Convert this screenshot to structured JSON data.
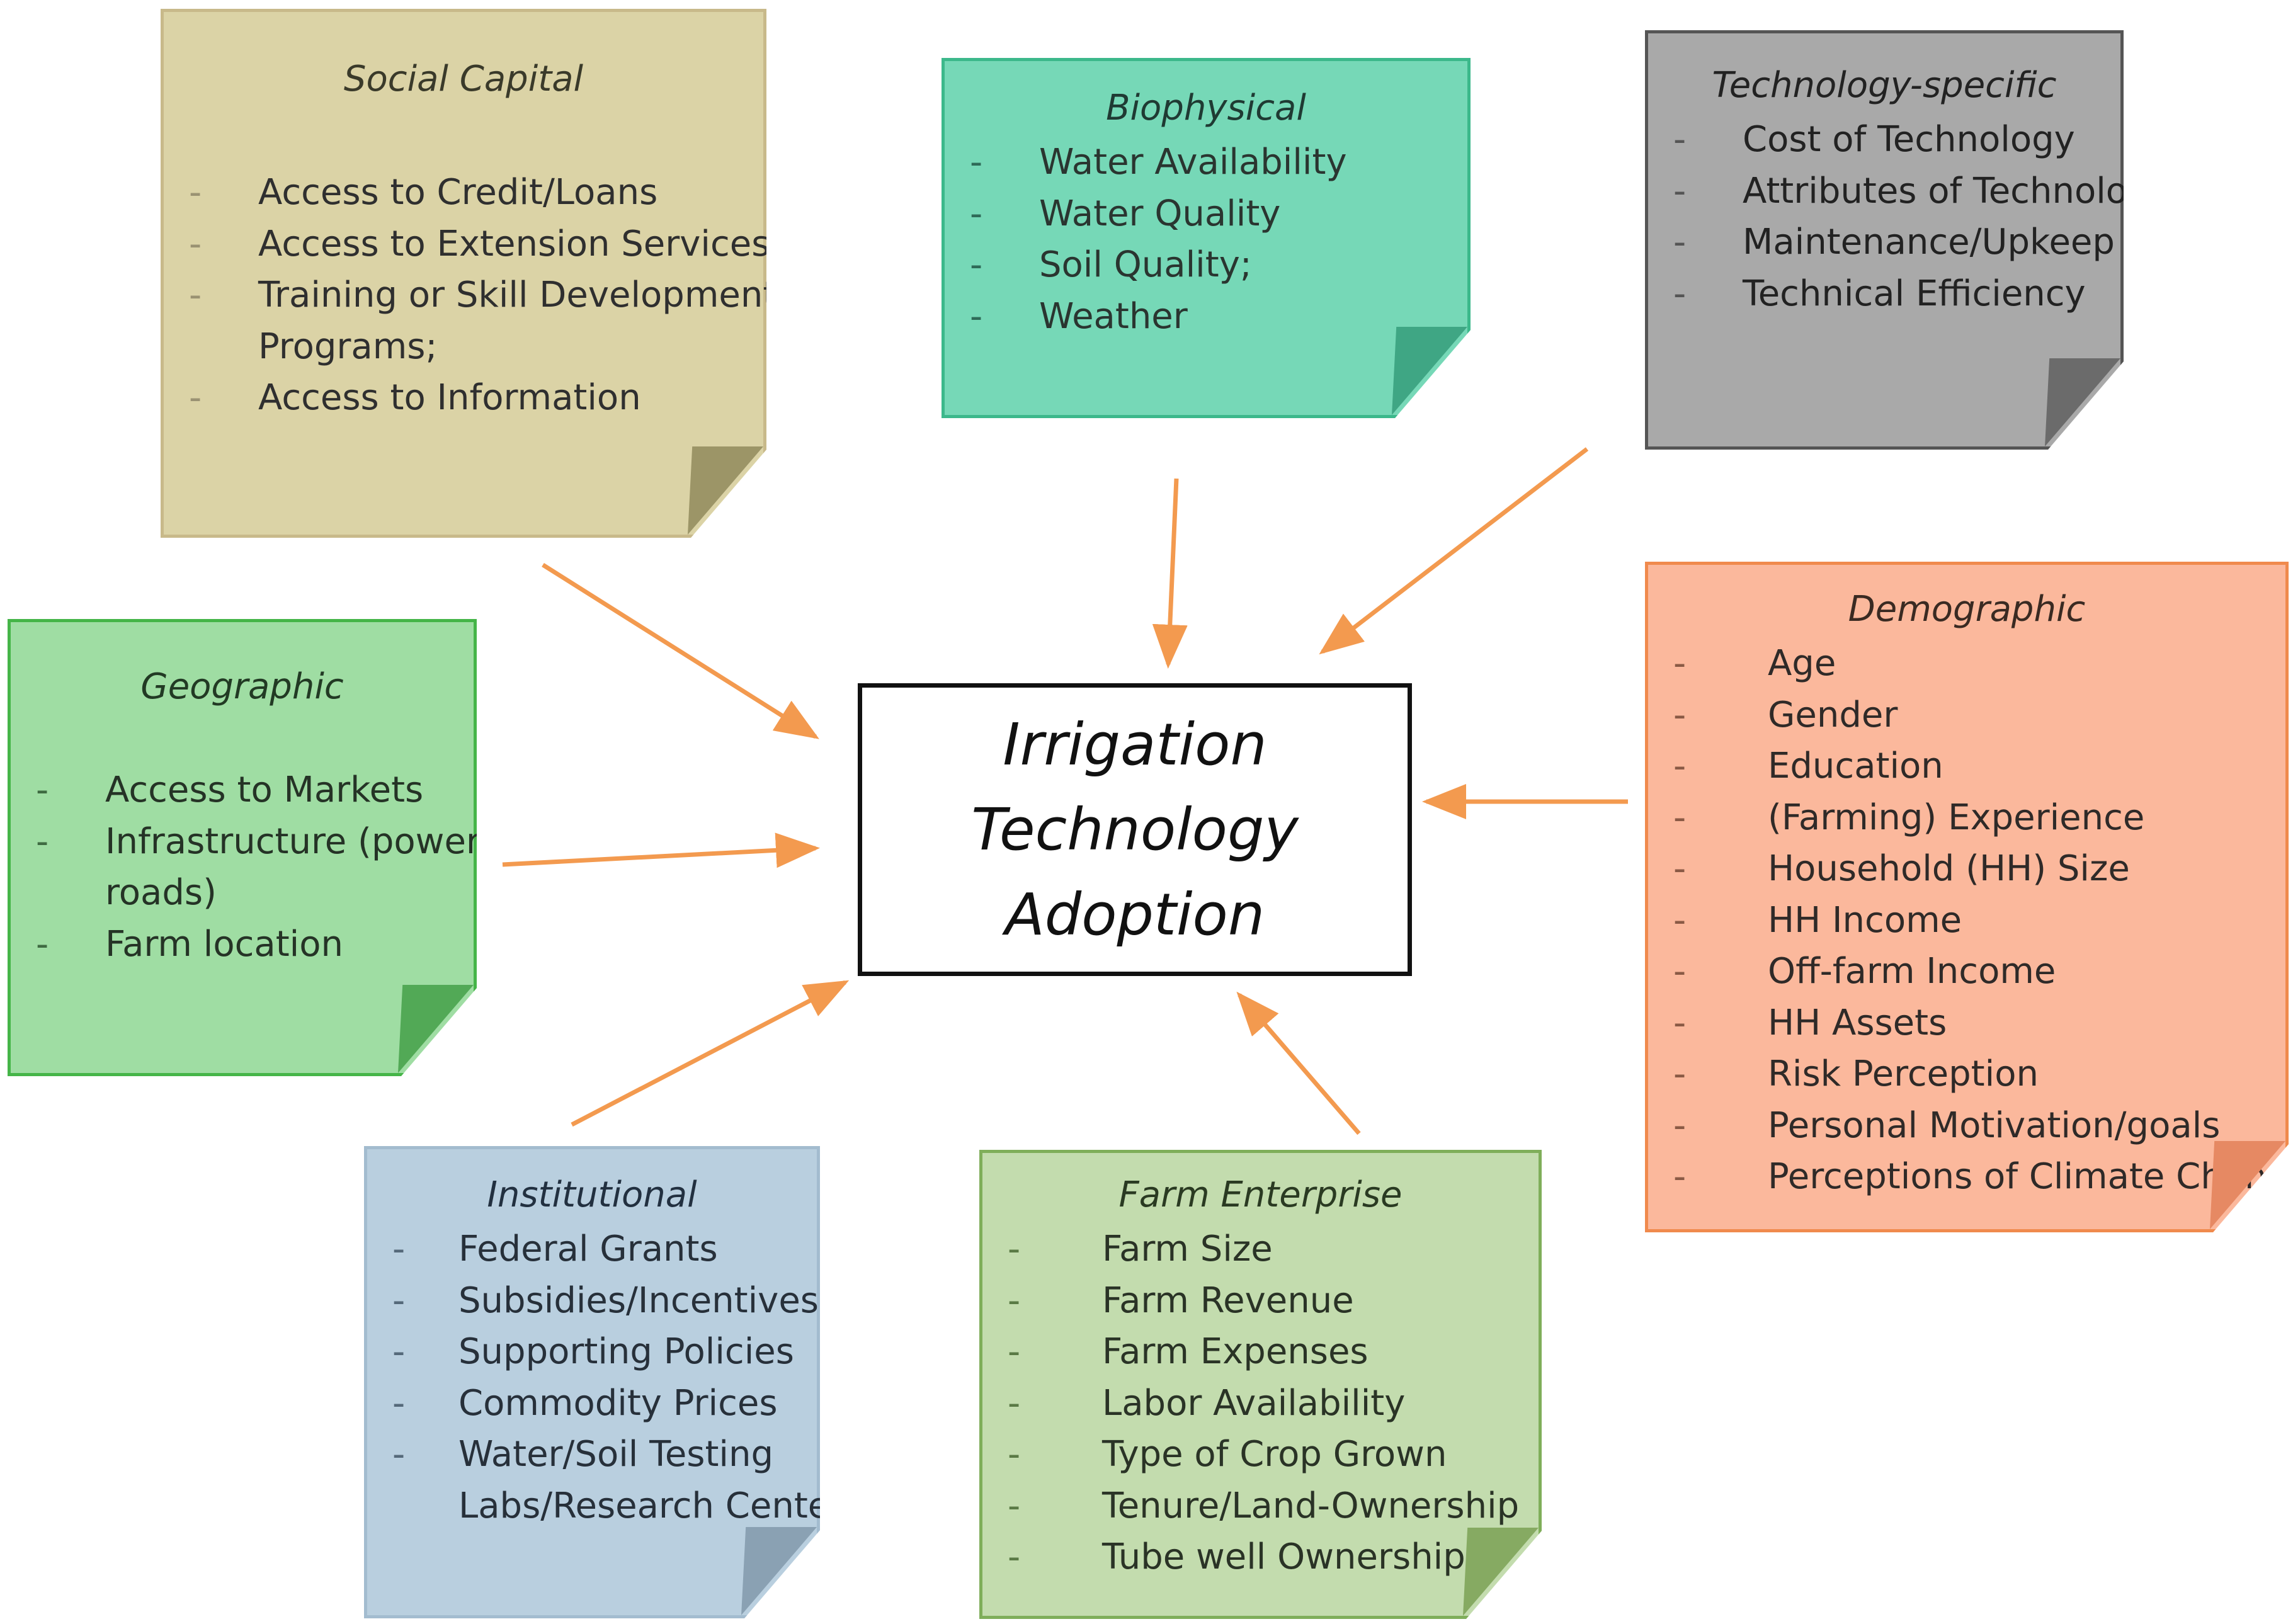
{
  "colors": {
    "arrow": "#f39a4f",
    "social_capital": "#dbd3a6",
    "biophysical": "#76d8b7",
    "technology_specific": "#a9a9a9",
    "demographic": "#fbb89c",
    "geographic": "#9fdda3",
    "institutional": "#b9cfdf",
    "farm_enterprise": "#c3dcae"
  },
  "center": {
    "lines": [
      "Irrigation",
      "Technology",
      "Adoption"
    ]
  },
  "boxes": {
    "social_capital": {
      "title": "Social Capital",
      "items": [
        [
          "Access to Credit/Loans"
        ],
        [
          "Access to Extension Services"
        ],
        [
          "Training or Skill Development",
          "Programs;"
        ],
        [
          "Access to Information"
        ]
      ]
    },
    "biophysical": {
      "title": "Biophysical",
      "items": [
        [
          "Water Availability"
        ],
        [
          "Water Quality"
        ],
        [
          "Soil Quality;"
        ],
        [
          "Weather"
        ]
      ]
    },
    "technology_specific": {
      "title": "Technology-specific",
      "items": [
        [
          "Cost of Technology"
        ],
        [
          "Attributes of Technology"
        ],
        [
          "Maintenance/Upkeep"
        ],
        [
          "Technical Efficiency"
        ]
      ]
    },
    "demographic": {
      "title": "Demographic",
      "items": [
        [
          "Age"
        ],
        [
          "Gender"
        ],
        [
          "Education"
        ],
        [
          "(Farming) Experience"
        ],
        [
          "Household (HH) Size"
        ],
        [
          "HH Income"
        ],
        [
          "Off-farm Income"
        ],
        [
          "HH Assets"
        ],
        [
          "Risk Perception"
        ],
        [
          "Personal Motivation/goals"
        ],
        [
          "Perceptions of Climate Change"
        ]
      ]
    },
    "geographic": {
      "title": "Geographic",
      "items": [
        [
          "Access to Markets"
        ],
        [
          "Infrastructure (power,",
          "roads)"
        ],
        [
          "Farm location"
        ]
      ]
    },
    "institutional": {
      "title": "Institutional",
      "items": [
        [
          "Federal Grants"
        ],
        [
          "Subsidies/Incentives"
        ],
        [
          "Supporting Policies"
        ],
        [
          "Commodity Prices"
        ],
        [
          "Water/Soil Testing",
          "Labs/Research Centers"
        ]
      ]
    },
    "farm_enterprise": {
      "title": "Farm Enterprise",
      "items": [
        [
          "Farm Size"
        ],
        [
          "Farm Revenue"
        ],
        [
          "Farm Expenses"
        ],
        [
          "Labor Availability"
        ],
        [
          "Type of Crop Grown"
        ],
        [
          "Tenure/Land-Ownership"
        ],
        [
          "Tube well Ownership"
        ]
      ]
    }
  }
}
